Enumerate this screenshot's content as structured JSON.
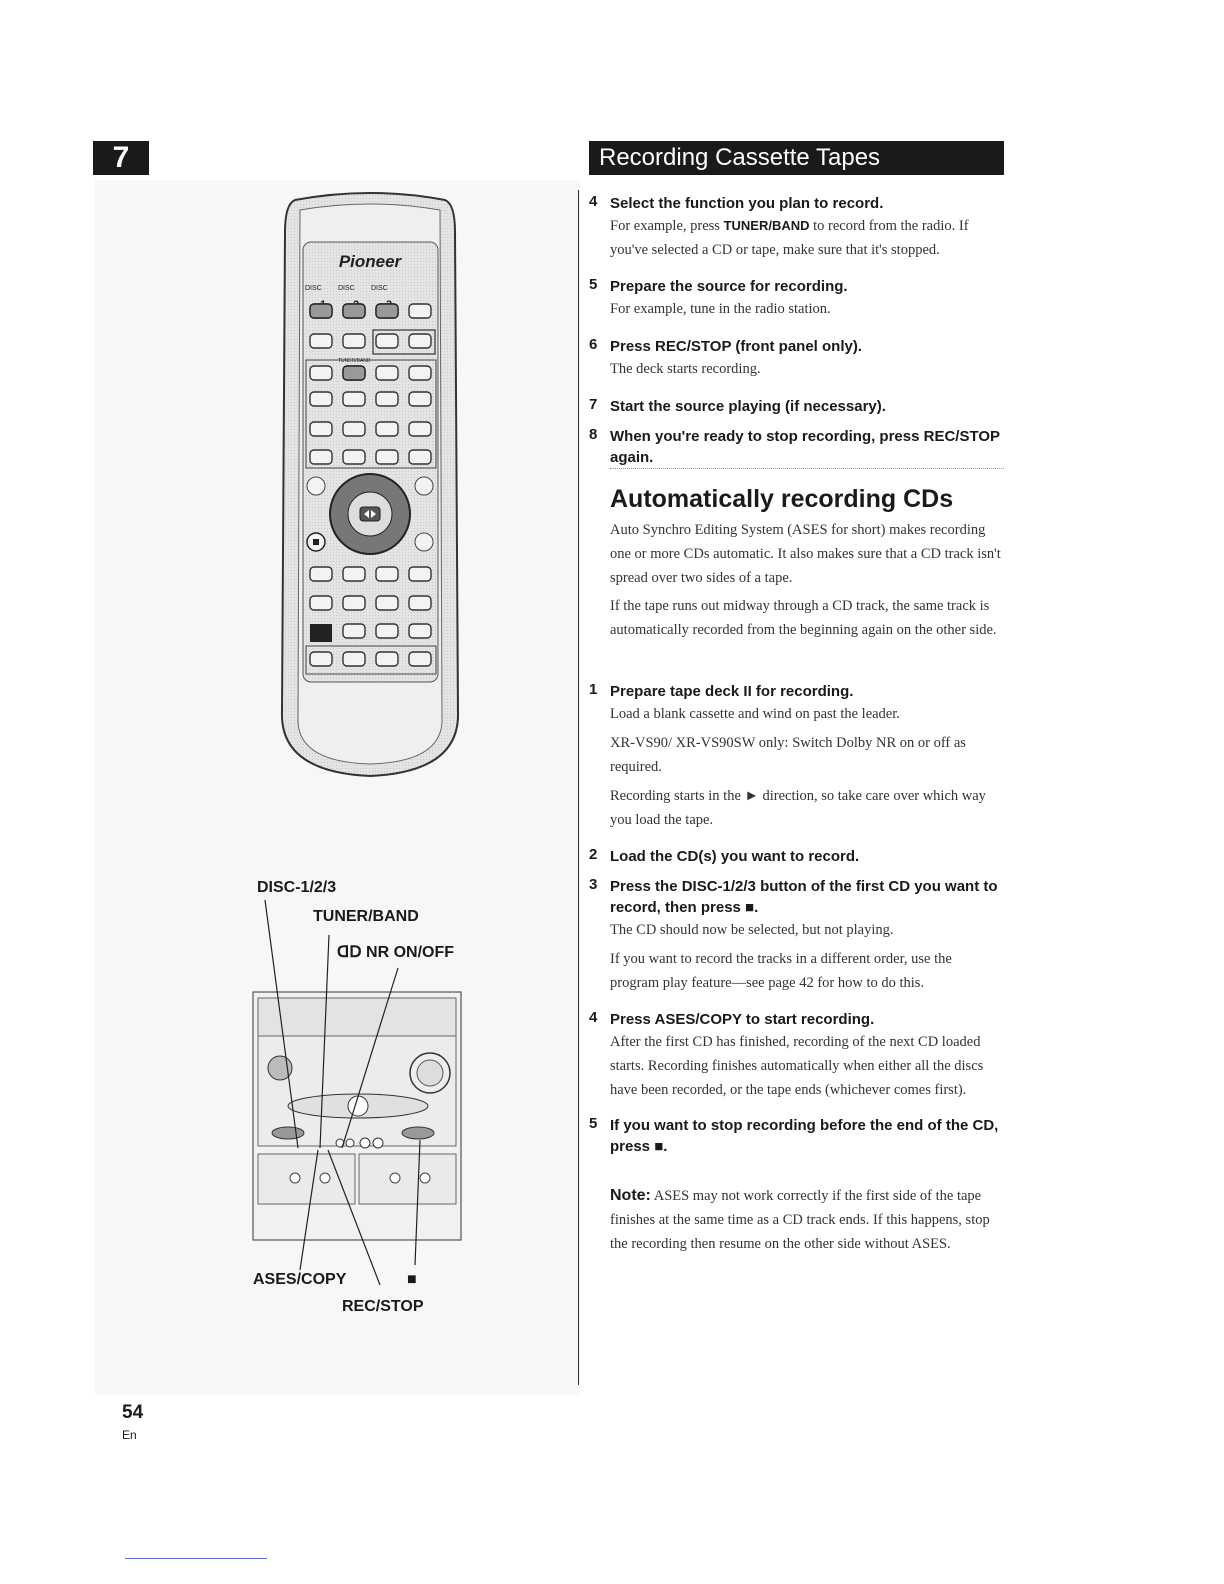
{
  "chapter_number": "7",
  "section_title": "Recording Cassette Tapes",
  "steps_top": [
    {
      "num": "4",
      "heading": "Select the function you plan to record.",
      "body_pre": "For example, press ",
      "body_kw": "TUNER/BAND",
      "body_post": " to record from the radio. If you've selected a CD or tape, make sure that it's stopped."
    },
    {
      "num": "5",
      "heading": "Prepare the source for recording.",
      "body": "For example, tune in the radio station."
    },
    {
      "num": "6",
      "heading": "Press REC/STOP (front panel only).",
      "body": "The deck starts recording."
    },
    {
      "num": "7",
      "heading": "Start the source playing (if necessary)."
    },
    {
      "num": "8",
      "heading": "When you're ready to stop recording, press REC/STOP again."
    }
  ],
  "sub_heading": "Automatically recording CDs",
  "intro_paras": [
    "Auto Synchro Editing System (ASES for short) makes recording one or more CDs automatic. It also makes sure that a CD track isn't spread over two sides of a tape.",
    "If the tape runs out midway through a CD track, the same track is automatically recorded from the beginning again on the other side."
  ],
  "steps_bottom": [
    {
      "num": "1",
      "heading": "Prepare tape deck II for recording.",
      "paras": [
        "Load a blank cassette and wind on past the leader.",
        "XR-VS90/ XR-VS90SW only: Switch Dolby NR on or off as required.",
        "Recording starts in the ► direction, so take care over which way you load the tape."
      ]
    },
    {
      "num": "2",
      "heading": "Load the CD(s) you want to record."
    },
    {
      "num": "3",
      "heading": "Press the DISC-1/2/3 button of the first CD you want to record, then press ■.",
      "paras": [
        "The CD should now be selected, but not playing.",
        "If you want to record the tracks in a different order, use the program play feature—see page 42 for how to do this."
      ]
    },
    {
      "num": "4",
      "heading": "Press ASES/COPY to start recording.",
      "paras": [
        "After the first CD has finished, recording of the next CD loaded starts. Recording finishes automatically when either all the discs have been recorded, or the tape ends (whichever comes first)."
      ]
    },
    {
      "num": "5",
      "heading": "If you want to stop recording before the end of the CD, press ■."
    }
  ],
  "note_label": "Note:",
  "note_text": "ASES may not work correctly if the first side of the tape finishes at the same time as a CD track ends. If this happens, stop the recording then resume on the other side without ASES.",
  "remote": {
    "brand": "Pioneer",
    "disc_labels": [
      "DISC",
      "DISC",
      "DISC"
    ],
    "disc_numbers": [
      "1",
      "2",
      "3"
    ],
    "tuner_label": "TUNER/BAND"
  },
  "callouts": {
    "disc": "DISC-1/2/3",
    "tuner": "TUNER/BAND",
    "nr": "ᗡᗞ NR ON/OFF",
    "ases": "ASES/COPY",
    "stop": "■",
    "rec": "REC/STOP"
  },
  "page_number": "54",
  "language": "En"
}
